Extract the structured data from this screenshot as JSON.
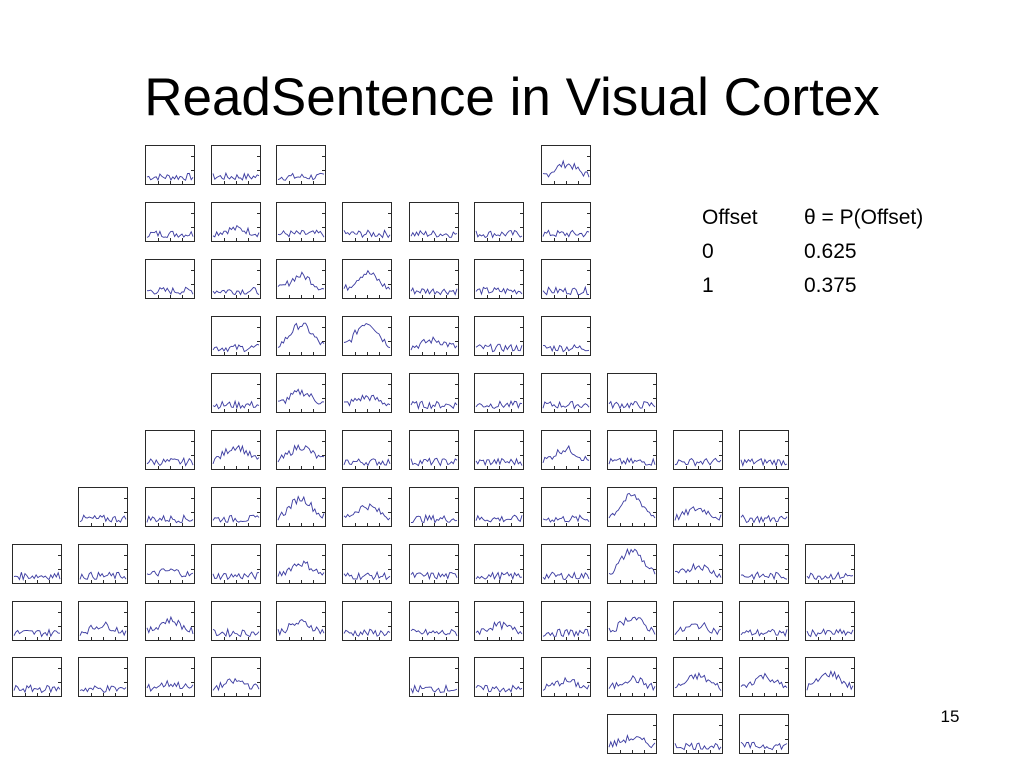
{
  "slide": {
    "title": "ReadSentence in Visual Cortex",
    "page_number": "15"
  },
  "table": {
    "headers": [
      "Offset",
      "θ = P(Offset)"
    ],
    "rows": [
      [
        "0",
        "0.625"
      ],
      [
        "1",
        "0.375"
      ]
    ]
  },
  "colors": {
    "trace": "#3a3aa0",
    "frame": "#2a2a2a"
  },
  "panels": {
    "grid_columns": 13,
    "grid_rows": 11,
    "layout": [
      [
        0,
        0,
        1,
        1,
        1,
        0,
        0,
        0,
        1,
        0,
        0,
        0,
        0
      ],
      [
        0,
        0,
        1,
        1,
        1,
        1,
        1,
        1,
        1,
        0,
        0,
        0,
        0
      ],
      [
        0,
        0,
        1,
        1,
        1,
        1,
        1,
        1,
        1,
        0,
        0,
        0,
        0
      ],
      [
        0,
        0,
        0,
        1,
        1,
        1,
        1,
        1,
        1,
        0,
        0,
        0,
        0
      ],
      [
        0,
        0,
        0,
        1,
        1,
        1,
        1,
        1,
        1,
        1,
        0,
        0,
        0
      ],
      [
        0,
        0,
        1,
        1,
        1,
        1,
        1,
        1,
        1,
        1,
        1,
        1,
        0
      ],
      [
        0,
        1,
        1,
        1,
        1,
        1,
        1,
        1,
        1,
        1,
        1,
        1,
        0
      ],
      [
        1,
        1,
        1,
        1,
        1,
        1,
        1,
        1,
        1,
        1,
        1,
        1,
        1
      ],
      [
        1,
        1,
        1,
        1,
        1,
        1,
        1,
        1,
        1,
        1,
        1,
        1,
        1
      ],
      [
        1,
        1,
        1,
        1,
        0,
        0,
        1,
        1,
        1,
        1,
        1,
        1,
        1
      ],
      [
        0,
        0,
        0,
        0,
        0,
        0,
        0,
        0,
        0,
        1,
        1,
        1,
        0
      ]
    ],
    "peaks": [
      [
        0,
        0,
        0,
        0,
        0,
        0,
        0,
        0,
        0.5,
        0,
        0,
        0,
        0
      ],
      [
        0,
        0,
        0,
        0.2,
        0,
        0,
        0,
        0,
        0,
        0,
        0,
        0,
        0
      ],
      [
        0,
        0,
        0,
        0,
        0.6,
        0.7,
        0,
        0,
        0,
        0,
        0,
        0,
        0
      ],
      [
        0,
        0,
        0,
        0,
        0.9,
        1.0,
        0.3,
        0,
        0,
        0,
        0,
        0,
        0
      ],
      [
        0,
        0,
        0,
        0,
        0.5,
        0.3,
        0,
        0,
        0,
        0,
        0,
        0,
        0
      ],
      [
        0,
        0,
        0,
        0.6,
        0.6,
        0,
        0,
        0,
        0.5,
        0,
        0,
        0,
        0
      ],
      [
        0,
        0,
        0,
        0,
        0.8,
        0.5,
        0,
        0,
        0,
        0.9,
        0.4,
        0,
        0
      ],
      [
        0,
        0,
        0.2,
        0,
        0.5,
        0,
        0,
        0,
        0,
        1.0,
        0.4,
        0,
        0
      ],
      [
        0,
        0.3,
        0.5,
        0,
        0.4,
        0,
        0,
        0.3,
        0,
        0.6,
        0.3,
        0,
        0
      ],
      [
        0,
        0,
        0.2,
        0.3,
        0,
        0,
        0,
        0,
        0.3,
        0.4,
        0.5,
        0.5,
        0.6
      ],
      [
        0,
        0,
        0,
        0,
        0,
        0,
        0,
        0,
        0,
        0.3,
        0,
        0,
        0
      ]
    ]
  }
}
